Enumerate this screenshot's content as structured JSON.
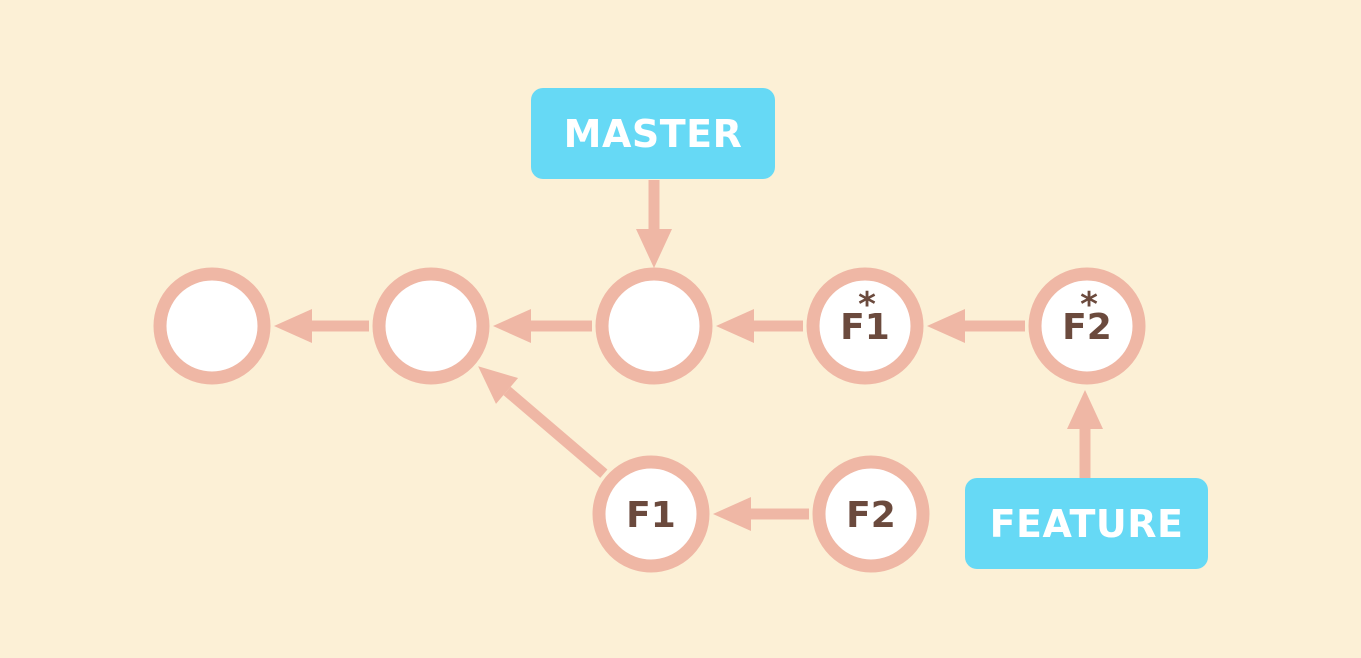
{
  "colors": {
    "background": "#fcf0d6",
    "commit_fill": "#ffffff",
    "commit_stroke": "#efb7a5",
    "arrow": "#efb7a5",
    "commit_text": "#6b4a3d",
    "label_fill": "#66d9f5",
    "label_text": "#ffffff"
  },
  "commits": [
    {
      "id": "c0",
      "label": "",
      "marker": ""
    },
    {
      "id": "c1",
      "label": "",
      "marker": ""
    },
    {
      "id": "c2",
      "label": "",
      "marker": ""
    },
    {
      "id": "rebased-f1",
      "label": "F1",
      "marker": "*"
    },
    {
      "id": "rebased-f2",
      "label": "F2",
      "marker": "*"
    },
    {
      "id": "old-f1",
      "label": "F1",
      "marker": ""
    },
    {
      "id": "old-f2",
      "label": "F2",
      "marker": ""
    }
  ],
  "arrows": [
    {
      "from": "c1",
      "to": "c0"
    },
    {
      "from": "c2",
      "to": "c1"
    },
    {
      "from": "rebased-f1",
      "to": "c2"
    },
    {
      "from": "rebased-f2",
      "to": "rebased-f1"
    },
    {
      "from": "old-f1",
      "to": "c1"
    },
    {
      "from": "old-f2",
      "to": "old-f1"
    }
  ],
  "branch_labels": [
    {
      "id": "master",
      "text": "MASTER",
      "points_to": "c2"
    },
    {
      "id": "feature",
      "text": "FEATURE",
      "points_to": "rebased-f2"
    }
  ]
}
